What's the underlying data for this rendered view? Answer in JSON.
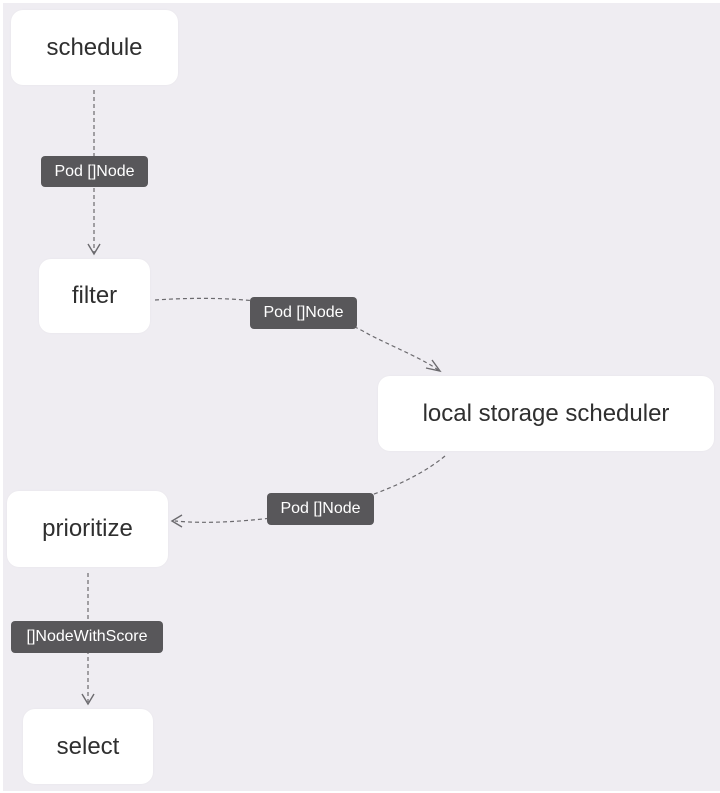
{
  "nodes": {
    "schedule": "schedule",
    "filter": "filter",
    "local_storage_scheduler": "local storage scheduler",
    "prioritize": "prioritize",
    "select": "select"
  },
  "edges": {
    "schedule_to_filter": "Pod []Node",
    "filter_to_local": "Pod []Node",
    "local_to_prioritize": "Pod []Node",
    "prioritize_to_select": "[]NodeWithScore"
  },
  "colors": {
    "background": "#efedf2",
    "node_fill": "#ffffff",
    "label_fill": "#58575a",
    "edge": "#6b6a6e"
  }
}
